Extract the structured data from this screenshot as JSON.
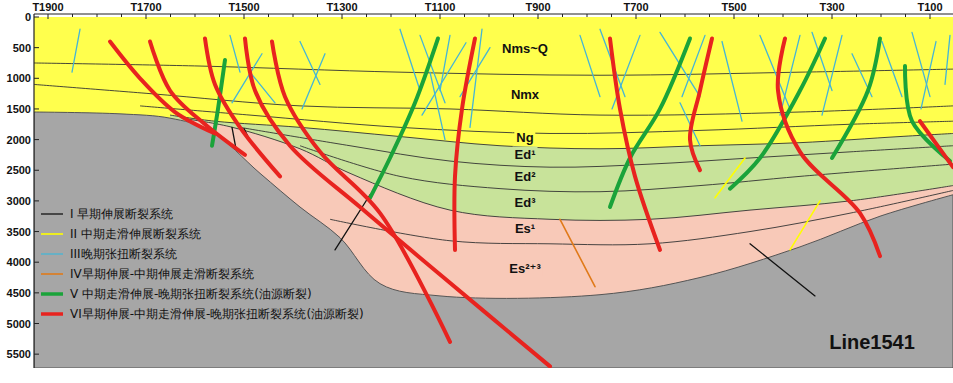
{
  "diagram": {
    "labels": [
      "T1900",
      "T1700",
      "T1500",
      "T1300",
      "T1100",
      "T900",
      "T700",
      "T500",
      "T300",
      "T100",
      "0",
      "500",
      "1000",
      "1500",
      "2000",
      "2500",
      "3000",
      "3500",
      "4000",
      "4500",
      "5000",
      "5500",
      "Nms~Q",
      "Nmx",
      "Ng",
      "Ed¹",
      "Ed²",
      "Ed³",
      "Es¹",
      "Es²⁺³",
      "Line1541"
    ],
    "legend": [
      {
        "text": "I 早期伸展断裂系统"
      },
      {
        "text": "II 中期走滑伸展断裂系统"
      },
      {
        "text": "III晚期张扭断裂系统"
      },
      {
        "text": "IV早期伸展-中期伸展走滑断裂系统"
      },
      {
        "text": "V 中期走滑伸展-晚期张扭断裂系统(油源断裂)"
      },
      {
        "text": "VI早期伸展-中期走滑伸展-晚期张扭断裂系统(油源断裂)"
      }
    ]
  }
}
